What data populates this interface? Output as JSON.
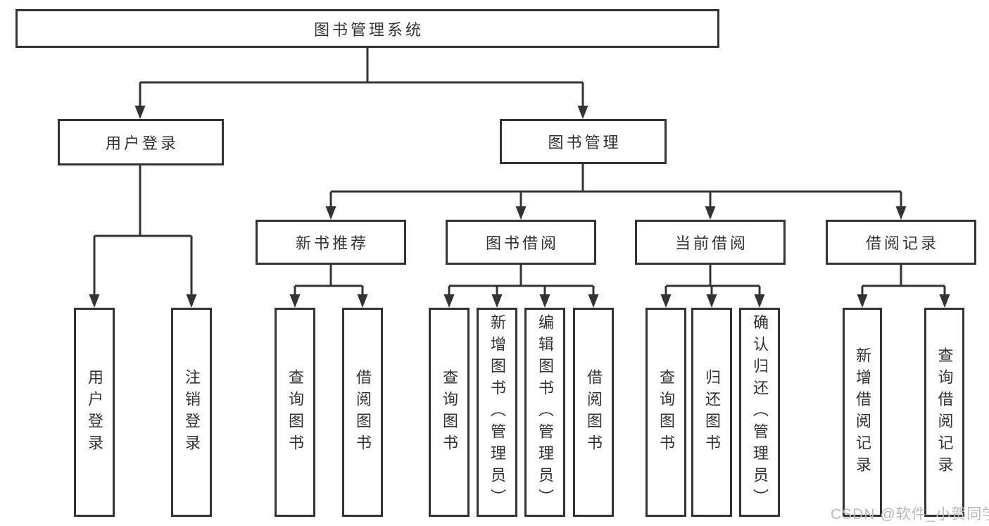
{
  "tree": {
    "root": "图书管理系统",
    "children": [
      {
        "label": "用户登录",
        "children": [
          "用户登录",
          "注销登录"
        ]
      },
      {
        "label": "图书管理",
        "children": [
          {
            "label": "新书推荐",
            "children": [
              "查询图书",
              "借阅图书"
            ]
          },
          {
            "label": "图书借阅",
            "children": [
              "查询图书",
              "新增图书（管理员）",
              "编辑图书（管理员）",
              "借阅图书"
            ]
          },
          {
            "label": "当前借阅",
            "children": [
              "查询图书",
              "归还图书",
              "确认归还（管理员）"
            ]
          },
          {
            "label": "借阅记录",
            "children": [
              "新增借阅记录",
              "查询借阅记录"
            ]
          }
        ]
      }
    ]
  },
  "watermark": "CSDN @软件_小贺同学",
  "colors": {
    "line": "#333333",
    "text": "#333333",
    "background": "#ffffff",
    "watermark": "#b6bac0"
  }
}
